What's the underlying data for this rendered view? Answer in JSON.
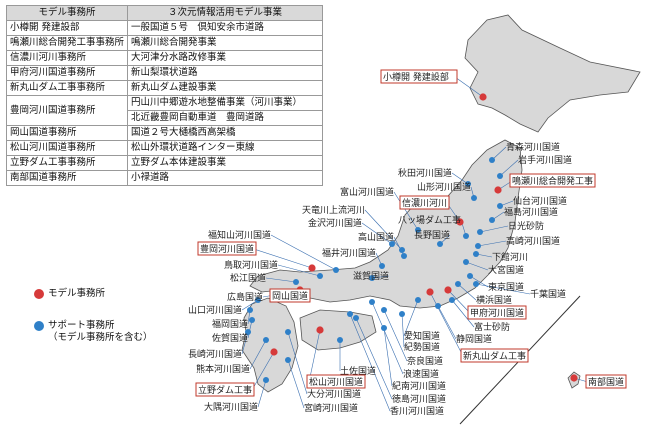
{
  "table": {
    "header_office": "モデル事務所",
    "header_project": "３次元情報活用モデル事業",
    "rows": [
      {
        "office": "小樽開 発建設部",
        "projects": [
          "一般国道５号　倶知安余市道路"
        ]
      },
      {
        "office": "鳴瀬川総合開発工事事務所",
        "projects": [
          "鳴瀬川総合開発事業"
        ]
      },
      {
        "office": "信濃川河川事務所",
        "projects": [
          "大河津分水路改修事業"
        ]
      },
      {
        "office": "甲府河川国道事務所",
        "projects": [
          "新山梨環状道路"
        ]
      },
      {
        "office": "新丸山ダム工事事務所",
        "projects": [
          "新丸山ダム建設事業"
        ]
      },
      {
        "office": "豊岡河川国道事務所",
        "projects": [
          "円山川中郷遊水地整備事業（河川事業）",
          "北近畿豊岡自動車道　豊岡道路"
        ]
      },
      {
        "office": "岡山国道事務所",
        "projects": [
          "国道２号大樋橋西高架橋"
        ]
      },
      {
        "office": "松山河川国道事務所",
        "projects": [
          "松山外環状道路インター東線"
        ]
      },
      {
        "office": "立野ダム工事事務所",
        "projects": [
          "立野ダム本体建設事業"
        ]
      },
      {
        "office": "南部国道事務所",
        "projects": [
          "小禄道路"
        ]
      }
    ]
  },
  "legend": {
    "model_label": "モデル事務所",
    "support_label_1": "サポート事務所",
    "support_label_2": "（モデル事務所を含む）",
    "model_color": "#d63a3a",
    "support_color": "#2f80c8"
  },
  "map_labels": {
    "otaru": "小樽開 発建設部",
    "aomori": "青森河川国道",
    "iwate": "岩手河川国道",
    "naruse": "鳴瀬川総合開発工事",
    "akita": "秋田河川国道",
    "yamagata": "山形河川国道",
    "sendai": "仙台河川国道",
    "fukushima": "福島河川国道",
    "toyama": "富山河川国道",
    "jinzu": "天竜川上流河川",
    "shinano": "信濃川河川",
    "kanazawa": "金沢河川国道",
    "hachijo": "八ッ場ダム工事",
    "nikko": "日光砂防",
    "takayama": "高山国道",
    "nagano": "長野国道",
    "takasaki": "高崎河川国道",
    "fukui": "福井河川国道",
    "shimodate": "下館河川",
    "fukuchiyama": "福知山河川国道",
    "toyooka": "豊岡河川国道",
    "shiga": "滋賀国道",
    "omiya": "大宮国道",
    "tottori": "鳥取河川国道",
    "tokyo": "東京国道",
    "matsue": "松江国道",
    "yokohama": "横浜国道",
    "chiba": "千葉国道",
    "hiroshima": "広島国道",
    "okayama": "岡山国道",
    "kofu": "甲府河川国道",
    "yamaguchi": "山口河川国道",
    "fuji": "富士砂防",
    "fukuoka": "福岡国道",
    "aichi": "愛知国道",
    "shizuoka": "静岡国道",
    "saga": "佐賀国道",
    "kiinan": "紀勢国道",
    "nagasaki": "長崎河川国道",
    "nara": "奈良国道",
    "shinmaruyama": "新丸山ダム工事",
    "kumamoto": "熊本河川国道",
    "tosa": "土佐国道",
    "naniwa": "浪速国道",
    "tateno": "立野ダム工事",
    "matsuyama": "松山河川国道",
    "kinan": "紀南河川国道",
    "nanbu": "南部国道",
    "oita": "大分河川国道",
    "tokushima": "徳島河川国道",
    "osumi": "大隅河川国道",
    "miyazaki": "宮崎河川国道",
    "kagawa": "香川河川国道"
  },
  "colors": {
    "land": "#d8d8d8",
    "land_stroke": "#555555",
    "model_box": "#c0392b",
    "leader": "#3a6fb0"
  }
}
